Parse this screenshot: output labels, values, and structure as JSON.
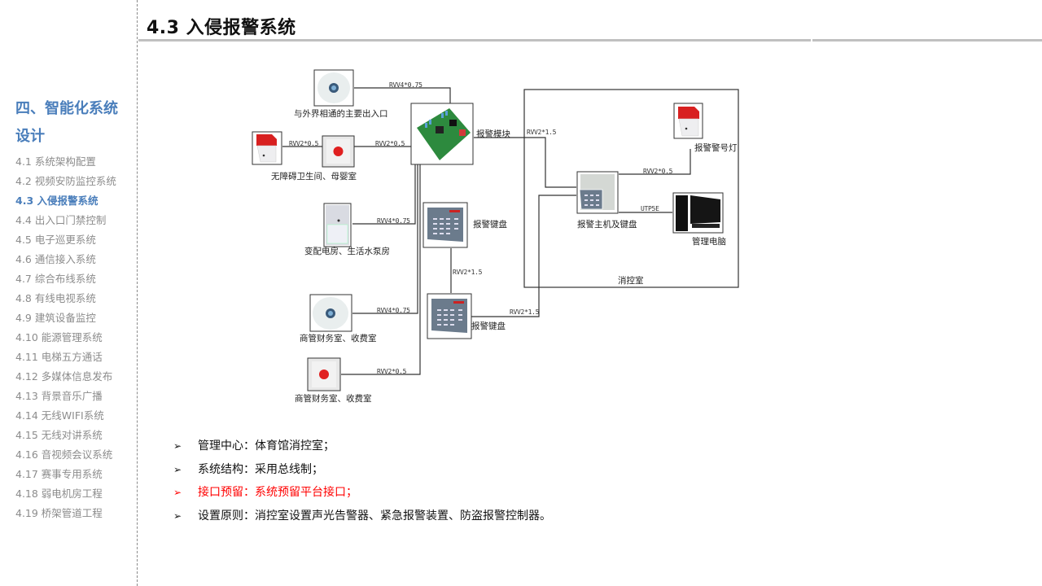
{
  "page": {
    "title": "4.3 入侵报警系统"
  },
  "sidebar": {
    "heading_line1": "四、智能化系统",
    "heading_line2": "设计",
    "items": [
      {
        "label": "4.1 系统架构配置",
        "active": false
      },
      {
        "label": "4.2  视频安防监控系统",
        "active": false
      },
      {
        "label": "4.3  入侵报警系统",
        "active": true
      },
      {
        "label": "4.4  出入口门禁控制",
        "active": false
      },
      {
        "label": "4.5  电子巡更系统",
        "active": false
      },
      {
        "label": "4.6  通信接入系统",
        "active": false
      },
      {
        "label": "4.7  综合布线系统",
        "active": false
      },
      {
        "label": "4.8  有线电视系统",
        "active": false
      },
      {
        "label": "4.9 建筑设备监控",
        "active": false
      },
      {
        "label": "4.10 能源管理系统",
        "active": false
      },
      {
        "label": "4.11 电梯五方通话",
        "active": false
      },
      {
        "label": "4.12 多媒体信息发布",
        "active": false
      },
      {
        "label": "4.13 背景音乐广播",
        "active": false
      },
      {
        "label": "4.14 无线WIFI系统",
        "active": false
      },
      {
        "label": "4.15 无线对讲系统",
        "active": false
      },
      {
        "label": "4.16 音视频会议系统",
        "active": false
      },
      {
        "label": "4.17 赛事专用系统",
        "active": false
      },
      {
        "label": "4.18 弱电机房工程",
        "active": false
      },
      {
        "label": "4.19 桥架管道工程",
        "active": false
      }
    ]
  },
  "diagram": {
    "devices": {
      "detector_main_entrance": "与外界相通的主要出入口",
      "accessible_restroom": "无障碍卫生间、母婴室",
      "substation_pump": "变配电房、生活水泵房",
      "finance_room_detector": "商管财务室、收费室",
      "finance_room_button": "商管财务室、收费室",
      "alarm_module": "报警模块",
      "keypad_1": "报警键盘",
      "keypad_2": "报警键盘",
      "alarm_host": "报警主机及键盘",
      "strobe_light": "报警警号灯",
      "mgmt_pc": "管理电脑",
      "control_room": "消控室"
    },
    "wires": {
      "entrance_to_module": "RVV4*0.75",
      "siren_to_button": "RVV2*0.5",
      "button_to_module": "RVV2*0.5",
      "module_to_host": "RVV2*1.5",
      "pir_to_bus": "RVV4*0.75",
      "keypad1_to_keypad2": "RVV2*1.5",
      "finance_detector_to_bus": "RVV4*0.75",
      "keypad2_to_host": "RVV2*1.5",
      "finance_button_to_bus": "RVV2*0.5",
      "host_to_strobe": "RVV2*0.5",
      "host_to_pc": "UTP5E"
    }
  },
  "bullets": [
    {
      "text": "管理中心：体育馆消控室；",
      "highlight": false
    },
    {
      "text": "系统结构：采用总线制；",
      "highlight": false
    },
    {
      "text": "接口预留：系统预留平台接口；",
      "highlight": true
    },
    {
      "text": "设置原则：消控室设置声光告警器、紧急报警装置、防盗报警控制器。",
      "highlight": false
    }
  ],
  "bullet_glyph": "➢",
  "colors": {
    "accent_blue": "#4a7ebb",
    "highlight_red": "#ff0000",
    "muted_gray": "#8c8c8c"
  }
}
